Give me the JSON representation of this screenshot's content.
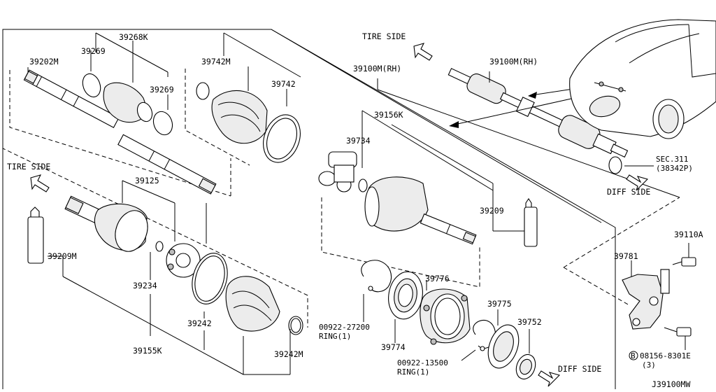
{
  "diagram_code": "J39100MW",
  "direction_labels": {
    "tire_side_top": "TIRE SIDE",
    "tire_side_left": "TIRE SIDE",
    "diff_side_right": "DIFF SIDE",
    "diff_side_bottom": "DIFF SIDE"
  },
  "parts": {
    "p39202M": "39202M",
    "p39269_a": "39269",
    "p39268K": "39268K",
    "p39269_b": "39269",
    "p39742M": "39742M",
    "p39742": "39742",
    "p39100M_rh": "39100M(RH)",
    "p39100M_rh_top": "39100M(RH)",
    "p39156K": "39156K",
    "p39734": "39734",
    "p39209": "39209",
    "p39125": "39125",
    "p39209M": "39209M",
    "p39234": "39234",
    "p39242": "39242",
    "p39155K": "39155K",
    "p39242M": "39242M",
    "p39776": "39776",
    "p39774": "39774",
    "p39775": "39775",
    "p39752": "39752",
    "p39781": "39781",
    "p39110A": "39110A",
    "ring1_code": "00922-27200",
    "ring1_name": "RING(1)",
    "ring2_code": "00922-13500",
    "ring2_name": "RING(1)",
    "sec_ref": "SEC.311",
    "sec_ref_part": "(38342P)",
    "bolt_code": "08156-8301E",
    "bolt_circle": "B",
    "bolt_qty": "(3)"
  }
}
